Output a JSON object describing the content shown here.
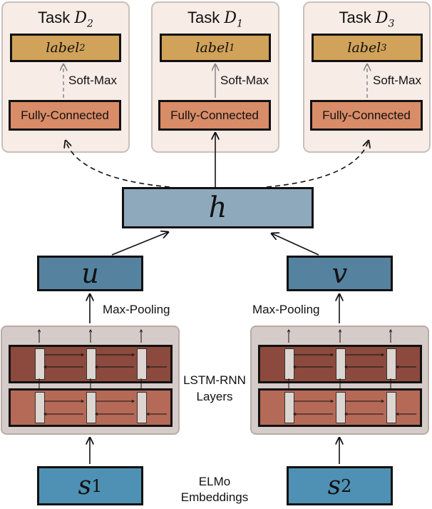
{
  "tasks": [
    {
      "prefix": "Task",
      "sym": "D",
      "sub": "2",
      "label": "label",
      "label_sub": "2",
      "fc": "Fully-Connected",
      "act": "Soft-Max"
    },
    {
      "prefix": "Task",
      "sym": "D",
      "sub": "1",
      "label": "label",
      "label_sub": "1",
      "fc": "Fully-Connected",
      "act": "Soft-Max"
    },
    {
      "prefix": "Task",
      "sym": "D",
      "sub": "3",
      "label": "label",
      "label_sub": "3",
      "fc": "Fully-Connected",
      "act": "Soft-Max"
    }
  ],
  "h": "h",
  "u": "u",
  "v": "v",
  "pool_left": "Max-Pooling",
  "pool_right": "Max-Pooling",
  "lstm_line1": "LSTM-RNN",
  "lstm_line2": "Layers",
  "s1": "s",
  "s1_sub": "1",
  "s2": "s",
  "s2_sub": "2",
  "elmo_line1": "ELMo",
  "elmo_line2": "Embeddings",
  "colors": {
    "task_panel": "#f7ece6",
    "label_box": "#d1a259",
    "fc_box": "#d98c68",
    "h_box": "#8fa9bc",
    "uv_box": "#55829f",
    "s_box": "#4f91b4",
    "lstm_top": "#8c4a3e",
    "lstm_bottom": "#b56a57",
    "lstm_panel": "#d5cbc8"
  }
}
